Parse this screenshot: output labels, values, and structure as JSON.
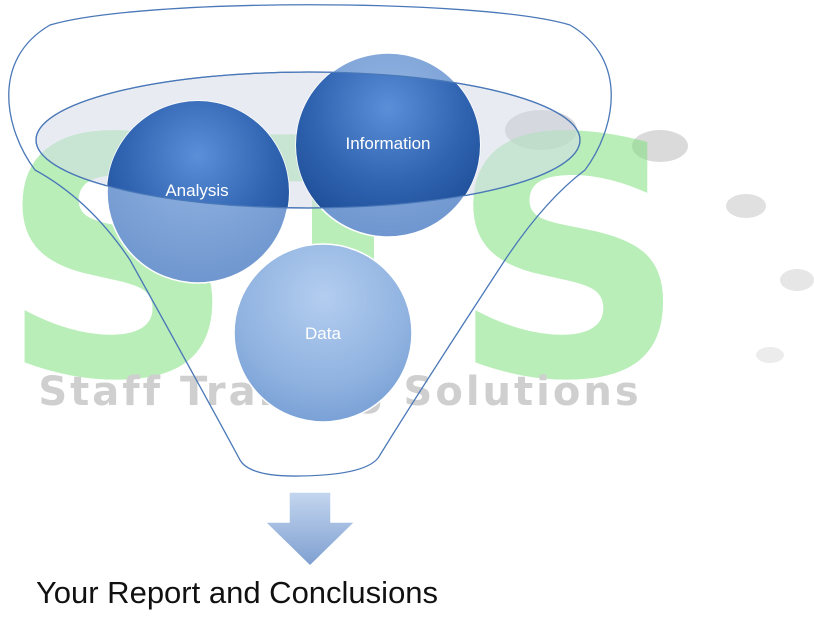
{
  "watermark": {
    "letters": "STS",
    "tagline": "Staff Training Solutions"
  },
  "funnel": {
    "nodes": [
      {
        "label": "Information"
      },
      {
        "label": "Analysis"
      },
      {
        "label": "Data"
      }
    ]
  },
  "output": {
    "caption": "Your Report and Conclusions"
  },
  "colors": {
    "watermark_green": "#7fe07f",
    "watermark_grey": "#d0d0d0",
    "funnel_stroke": "#4a78b8",
    "node_dark": "#3d6fbd",
    "node_light": "#9cbde6",
    "arrow": "#9fb9dd"
  }
}
